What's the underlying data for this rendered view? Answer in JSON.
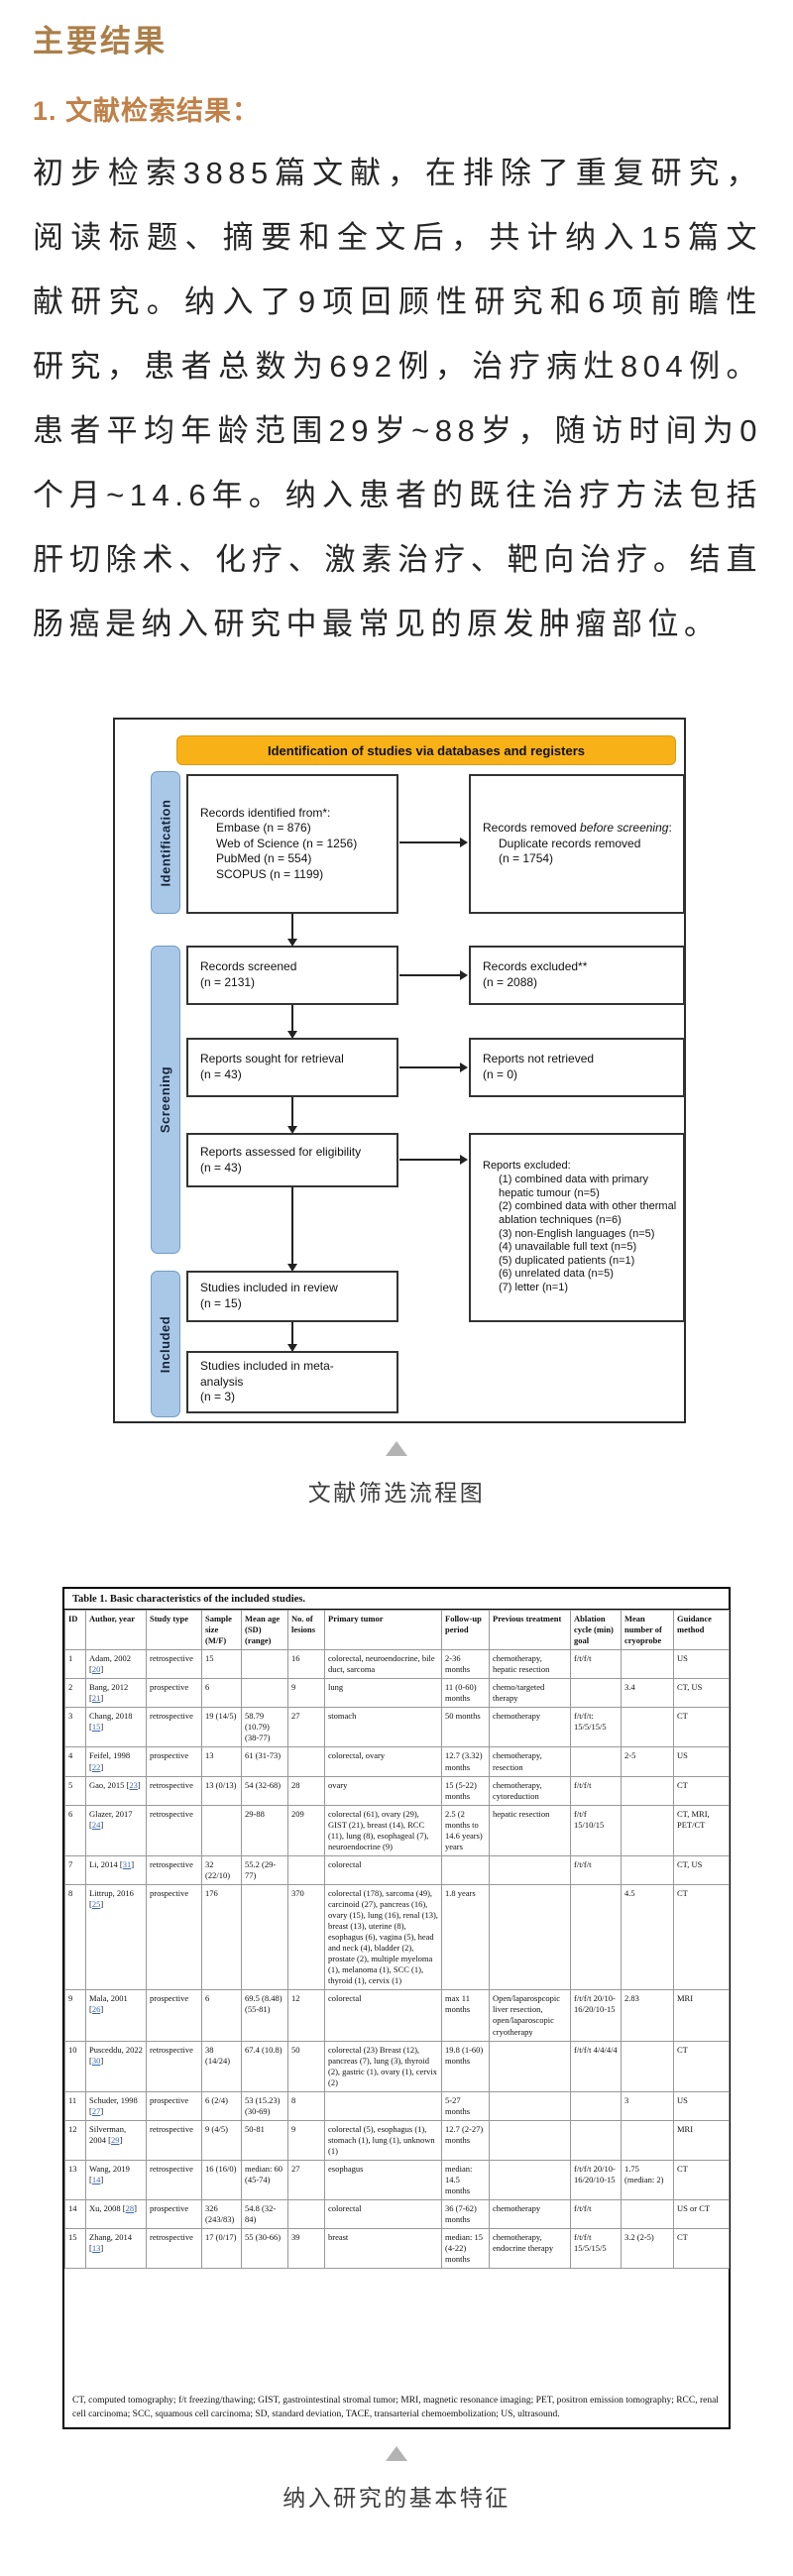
{
  "headings": {
    "main": "主要结果",
    "section": "1. 文献检索结果："
  },
  "paragraph": "初步检索3885篇文献，在排除了重复研究，阅读标题、摘要和全文后，共计纳入15篇文献研究。纳入了9项回顾性研究和6项前瞻性研究，患者总数为692例，治疗病灶804例。患者平均年龄范围29岁~88岁，随访时间为0个月~14.6年。纳入患者的既往治疗方法包括肝切除术、化疗、激素治疗、靶向治疗。结直肠癌是纳入研究中最常见的原发肿瘤部位。",
  "colors": {
    "heading_gold": "#ab7f49",
    "section_gold": "#c08148",
    "flow_header_bg": "#f8b117",
    "rail_blue": "#a9c7e7",
    "link_blue": "#3a67b0",
    "triangle_gray": "#b3b3b3"
  },
  "flow": {
    "header": "Identification of studies via databases and registers",
    "rail_identification": "Identification",
    "rail_screening": "Screening",
    "rail_included": "Included",
    "records_identified": {
      "title": "Records identified from*:",
      "items": [
        "Embase (n = 876)",
        "Web of Science (n = 1256)",
        "PubMed (n = 554)",
        "SCOPUS (n = 1199)"
      ]
    },
    "records_removed": {
      "prefix": "Records removed ",
      "italic": "before screening",
      "suffix": ":",
      "items": [
        "Duplicate records removed",
        "(n = 1754)"
      ]
    },
    "records_screened": {
      "lines": [
        "Records screened",
        "(n = 2131)"
      ]
    },
    "records_excluded": {
      "lines": [
        "Records excluded**",
        "(n = 2088)"
      ]
    },
    "reports_sought": {
      "lines": [
        "Reports sought for retrieval",
        "(n = 43)"
      ]
    },
    "reports_not_retrieved": {
      "lines": [
        "Reports not retrieved",
        "(n = 0)"
      ]
    },
    "reports_assessed": {
      "lines": [
        "Reports assessed for eligibility",
        "(n = 43)"
      ]
    },
    "reports_excluded": {
      "title": "Reports excluded:",
      "items": [
        "(1) combined data with primary hepatic tumour (n=5)",
        "(2) combined data with other thermal ablation techniques (n=6)",
        "(3) non-English languages (n=5)",
        "(4) unavailable full text (n=5)",
        "(5) duplicated patients (n=1)",
        "(6) unrelated data (n=5)",
        "(7) letter (n=1)"
      ]
    },
    "included_review": {
      "lines": [
        "Studies included in review",
        "(n = 15)"
      ]
    },
    "included_meta": {
      "lines": [
        "Studies included in meta-",
        "analysis",
        "(n = 3)"
      ]
    },
    "caption": "文献筛选流程图"
  },
  "table": {
    "title": "Table 1. Basic characteristics of the included studies.",
    "columns": [
      "ID",
      "Author, year",
      "Study type",
      "Sample size (M/F)",
      "Mean age (SD) (range)",
      "No. of lesions",
      "Primary tumor",
      "Follow-up period",
      "Previous treatment",
      "Ablation cycle (min) goal",
      "Mean number of cryoprobe",
      "Guidance method"
    ],
    "rows": [
      {
        "id": "1",
        "author": "Adam, 2002",
        "ref": "20",
        "study_type": "retrospective",
        "sample": "15",
        "age": "",
        "lesions": "16",
        "tumor": "colorectal, neuroendocrine, bile duct, sarcoma",
        "followup": "2-36 months",
        "previous": "chemotherapy, hepatic resection",
        "ablation": "f/t/f/t",
        "probes": "",
        "guidance": "US"
      },
      {
        "id": "2",
        "author": "Bang, 2012",
        "ref": "21",
        "study_type": "prospective",
        "sample": "6",
        "age": "",
        "lesions": "9",
        "tumor": "lung",
        "followup": "11 (0-60) months",
        "previous": "chemo/targeted therapy",
        "ablation": "",
        "probes": "3.4",
        "guidance": "CT, US"
      },
      {
        "id": "3",
        "author": "Chang, 2018",
        "ref": "15",
        "study_type": "retrospective",
        "sample": "19 (14/5)",
        "age": "58.79 (10.79) (38-77)",
        "lesions": "27",
        "tumor": "stomach",
        "followup": "50 months",
        "previous": "chemotherapy",
        "ablation": "f/t/f/t: 15/5/15/5",
        "probes": "",
        "guidance": "CT"
      },
      {
        "id": "4",
        "author": "Feifel, 1998",
        "ref": "22",
        "study_type": "prospective",
        "sample": "13",
        "age": "61 (31-73)",
        "lesions": "",
        "tumor": "colorectal, ovary",
        "followup": "12.7 (3.32) months",
        "previous": "chemotherapy, resection",
        "ablation": "",
        "probes": "2-5",
        "guidance": "US"
      },
      {
        "id": "5",
        "author": "Gao, 2015",
        "ref": "23",
        "study_type": "retrospective",
        "sample": "13 (0/13)",
        "age": "54 (32-68)",
        "lesions": "28",
        "tumor": "ovary",
        "followup": "15 (5-22) months",
        "previous": "chemotherapy, cytoreduction",
        "ablation": "f/t/f/t",
        "probes": "",
        "guidance": "CT"
      },
      {
        "id": "6",
        "author": "Glazer, 2017",
        "ref": "24",
        "study_type": "retrospective",
        "sample": "",
        "age": "29-88",
        "lesions": "209",
        "tumor": "colorectal (61), ovary (29), GIST (21), breast (14), RCC (11), lung (8), esophageal (7), neuroendocrine (9)",
        "followup": "2.5 (2 months to 14.6 years) years",
        "previous": "hepatic resection",
        "ablation": "f/t/f 15/10/15",
        "probes": "",
        "guidance": "CT, MRI, PET/CT"
      },
      {
        "id": "7",
        "author": "Li, 2014",
        "ref": "31",
        "study_type": "retrospective",
        "sample": "32 (22/10)",
        "age": "55.2 (29-77)",
        "lesions": "",
        "tumor": "colorectal",
        "followup": "",
        "previous": "",
        "ablation": "f/t/f/t",
        "probes": "",
        "guidance": "CT, US"
      },
      {
        "id": "8",
        "author": "Littrup, 2016",
        "ref": "25",
        "study_type": "prospective",
        "sample": "176",
        "age": "",
        "lesions": "370",
        "tumor": "colorectal (178), sarcoma (49), carcinoid (27), pancreas (16), ovary (15), lung (16), renal (13), breast (13), uterine (8), esophagus (6), vagina (5), head and neck (4), bladder (2), prostate (2), multiple myeloma (1), melanoma (1), SCC (1), thyroid (1), cervix (1)",
        "followup": "1.8 years",
        "previous": "",
        "ablation": "",
        "probes": "4.5",
        "guidance": "CT"
      },
      {
        "id": "9",
        "author": "Mala, 2001",
        "ref": "26",
        "study_type": "prospective",
        "sample": "6",
        "age": "69.5 (8.48) (55-81)",
        "lesions": "12",
        "tumor": "colorectal",
        "followup": "max 11 months",
        "previous": "Open/laparospcopic liver resection, open/laparoscopic cryotherapy",
        "ablation": "f/t/f/t 20/10-16/20/10-15",
        "probes": "2.83",
        "guidance": "MRI"
      },
      {
        "id": "10",
        "author": "Pusceddu, 2022",
        "ref": "30",
        "study_type": "retrospective",
        "sample": "38 (14/24)",
        "age": "67.4 (10.8)",
        "lesions": "50",
        "tumor": "colorectal (23) Breast (12), pancreas (7), lung (3), thyroid (2), gastric (1), ovary (1), cervix (2)",
        "followup": "19.8 (1-60) months",
        "previous": "",
        "ablation": "f/t/f/t 4/4/4/4",
        "probes": "",
        "guidance": "CT"
      },
      {
        "id": "11",
        "author": "Schuder, 1998",
        "ref": "27",
        "study_type": "prospective",
        "sample": "6 (2/4)",
        "age": "53 (15.23) (30-69)",
        "lesions": "8",
        "tumor": "",
        "followup": "5-27 months",
        "previous": "",
        "ablation": "",
        "probes": "3",
        "guidance": "US"
      },
      {
        "id": "12",
        "author": "Silverman, 2004",
        "ref": "29",
        "study_type": "retrospective",
        "sample": "9 (4/5)",
        "age": "50-81",
        "lesions": "9",
        "tumor": "colorectal (5), esophagus (1), stomach (1), lung (1), unknown (1)",
        "followup": "12.7 (2-27) months",
        "previous": "",
        "ablation": "",
        "probes": "",
        "guidance": "MRI"
      },
      {
        "id": "13",
        "author": "Wang, 2019",
        "ref": "14",
        "study_type": "retrospective",
        "sample": "16 (16/0)",
        "age": "median: 60 (45-74)",
        "lesions": "27",
        "tumor": "esophagus",
        "followup": "median: 14.5 months",
        "previous": "",
        "ablation": "f/t/f/t 20/10-16/20/10-15",
        "probes": "1.75 (median: 2)",
        "guidance": "CT"
      },
      {
        "id": "14",
        "author": "Xu, 2008",
        "ref": "28",
        "study_type": "prospective",
        "sample": "326 (243/83)",
        "age": "54.8 (32-84)",
        "lesions": "",
        "tumor": "colorectal",
        "followup": "36 (7-62) months",
        "previous": "chemotherapy",
        "ablation": "f/t/f/t",
        "probes": "",
        "guidance": "US or CT"
      },
      {
        "id": "15",
        "author": "Zhang, 2014",
        "ref": "13",
        "study_type": "retrospective",
        "sample": "17 (0/17)",
        "age": "55 (30-66)",
        "lesions": "39",
        "tumor": "breast",
        "followup": "median: 15 (4-22) months",
        "previous": "chemotherapy, endocrine therapy",
        "ablation": "f/t/f/t 15/5/15/5",
        "probes": "3.2 (2-5)",
        "guidance": "CT"
      }
    ],
    "footnote": "CT, computed tomography; f/t freezing/thawing; GIST, gastrointestinal stromal tumor; MRI, magnetic resonance imaging; PET, positron emission tomography; RCC, renal cell carcinoma; SCC, squamous cell carcinoma; SD, standard deviation, TACE, transarterial chemoembolization; US, ultrasound.",
    "caption": "纳入研究的基本特征"
  }
}
